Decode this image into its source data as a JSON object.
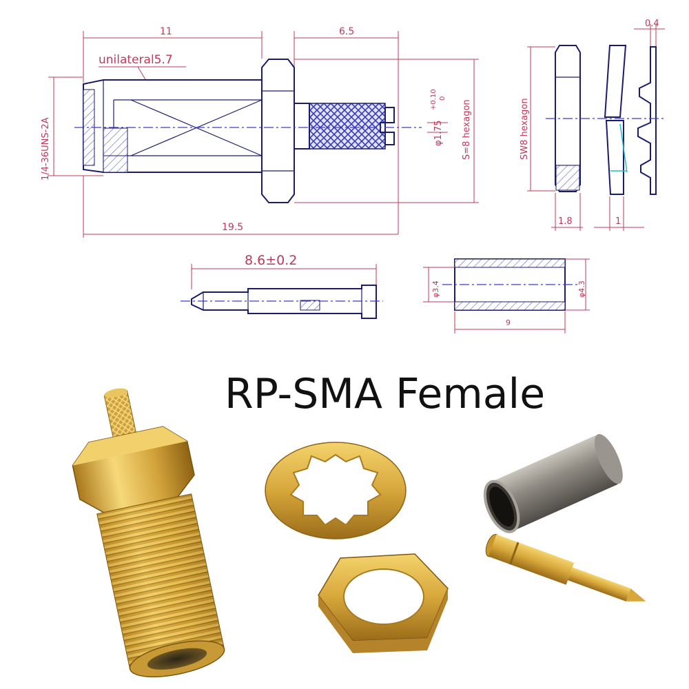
{
  "title": "RP-SMA Female",
  "colors": {
    "dimension": "#c0385a",
    "outline": "#1a1a6e",
    "centerline": "#3b3bd6",
    "hatch": "#6a6ad8",
    "gold": "#d4a63a",
    "nickel": "#8a8680"
  },
  "drawing": {
    "body": {
      "dim_length_left": "11",
      "dim_length_right": "6.5",
      "dim_total": "19.5",
      "unilateral_label": "unilateral",
      "unilateral_value": "5.7",
      "thread_label": "1/4-36UNS-2A",
      "pin_hole": "φ1.75",
      "tol_upper": "+0.10",
      "tol_lower": "0",
      "hex_label": "S=8 hexagon"
    },
    "nut_washer": {
      "hex_label": "SW8 hexagon",
      "dim_nut_thickness": "1.8",
      "dim_washer_thickness": "1",
      "dim_washer_sheet": "0.4"
    },
    "pin": {
      "dim_length": "8.6±0.2"
    },
    "ferrule": {
      "dim_inner": "φ3.4",
      "dim_outer": "φ4.3",
      "dim_length": "9"
    }
  },
  "photo": {
    "items": [
      "connector-body",
      "star-lock-washer",
      "hex-nut",
      "crimp-ferrule",
      "center-pin"
    ]
  }
}
